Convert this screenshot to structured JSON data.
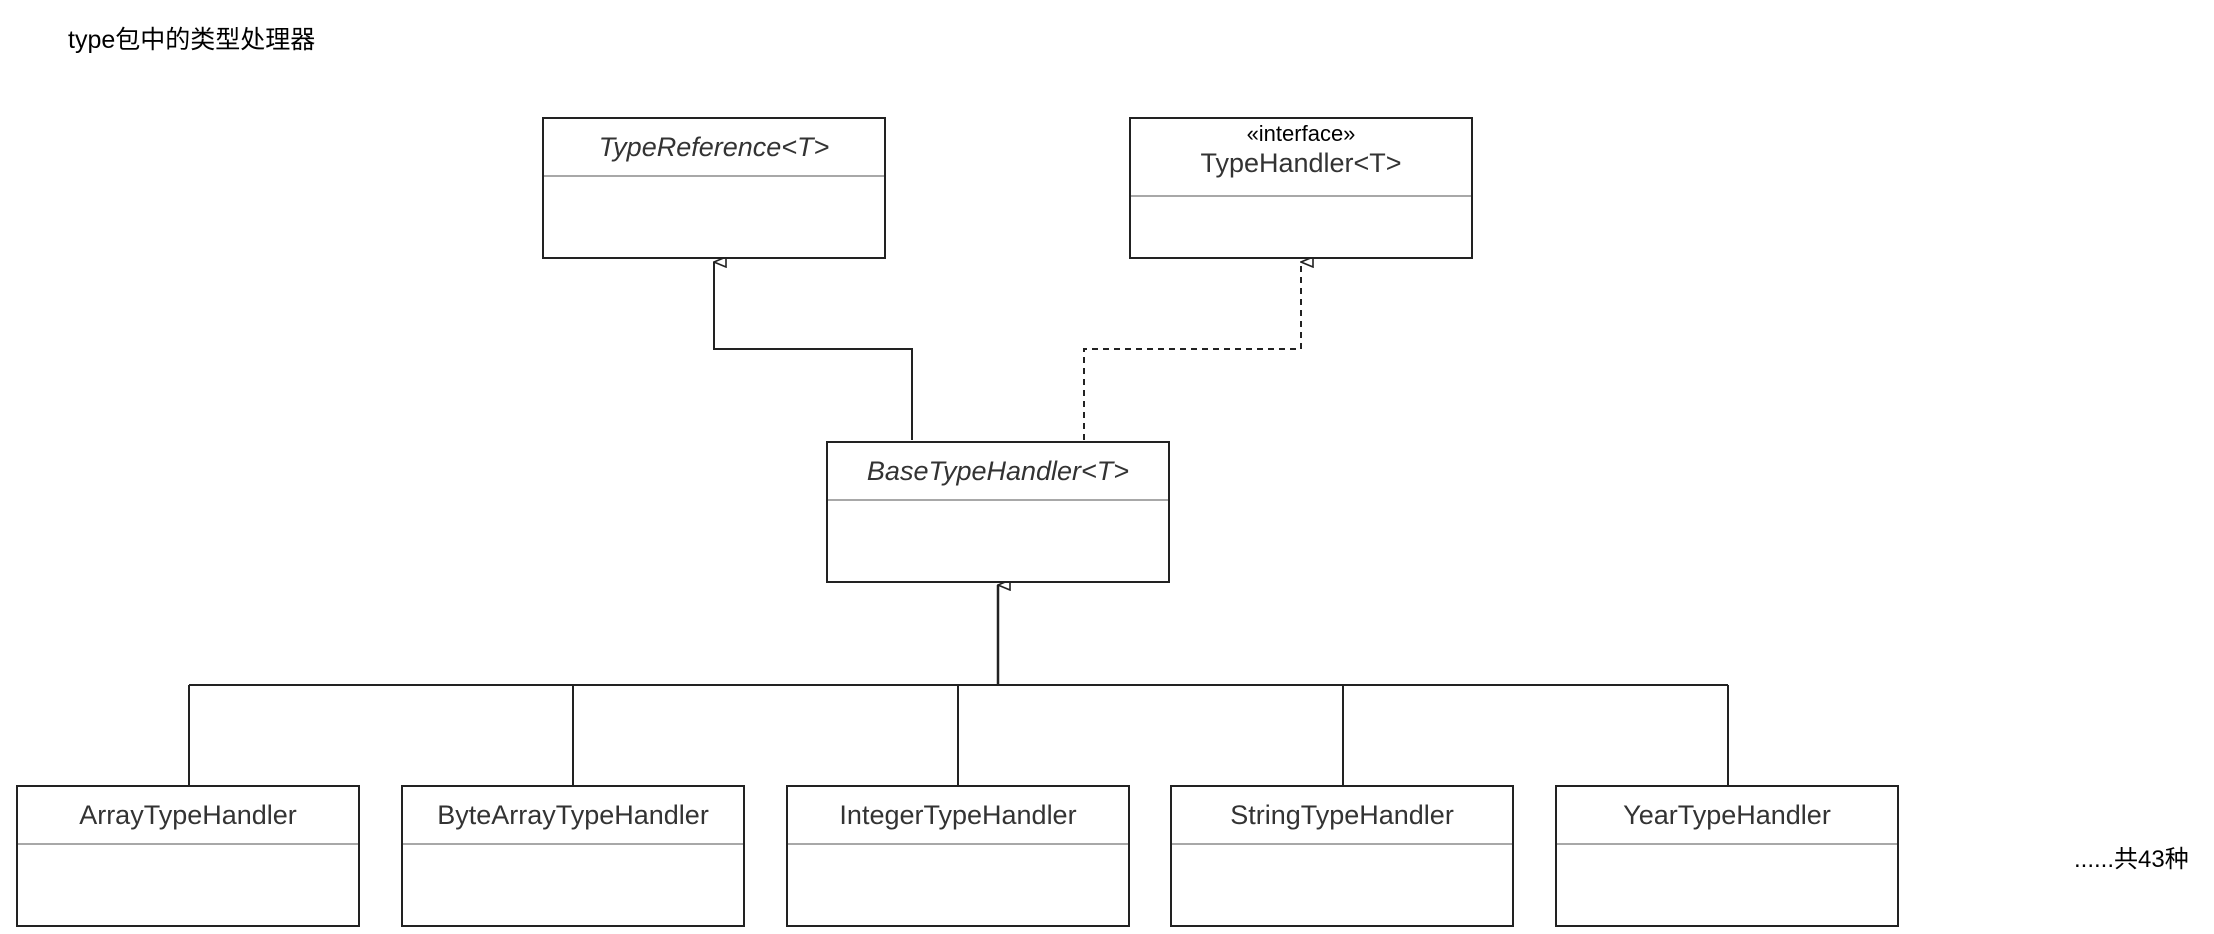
{
  "title": "type包中的类型处理器",
  "note": "......共43种",
  "classes": {
    "type_reference": {
      "name": "TypeReference<T>"
    },
    "type_handler": {
      "stereotype": "«interface»",
      "name": "TypeHandler<T>"
    },
    "base_type_handler": {
      "name": "BaseTypeHandler<T>"
    },
    "array_type_handler": {
      "name": "ArrayTypeHandler"
    },
    "byte_array_type_handler": {
      "name": "ByteArrayTypeHandler"
    },
    "integer_type_handler": {
      "name": "IntegerTypeHandler"
    },
    "string_type_handler": {
      "name": "StringTypeHandler"
    },
    "year_type_handler": {
      "name": "YearTypeHandler"
    }
  },
  "colors": {
    "border": "#222222",
    "separator": "#a8a8a8",
    "text": "#333333"
  }
}
